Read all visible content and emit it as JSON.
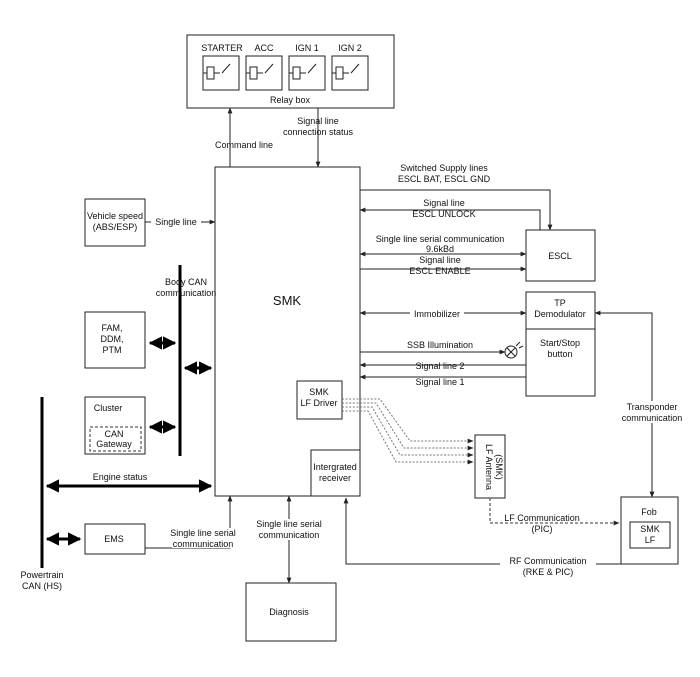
{
  "relay_box": {
    "relays": [
      "STARTER",
      "ACC",
      "IGN 1",
      "IGN 2"
    ],
    "label": "Relay box"
  },
  "top_links": {
    "command_line": "Command line",
    "signal_status_1": "Signal line",
    "signal_status_2": "connection status"
  },
  "smk": {
    "title": "SMK",
    "lf_driver_1": "SMK",
    "lf_driver_2": "LF Driver",
    "receiver_1": "Intergrated",
    "receiver_2": "receiver"
  },
  "vehicle_speed": {
    "line1": "Vehicle speed",
    "line2": "(ABS/ESP)",
    "link": "Single line"
  },
  "body_can": {
    "line1": "Body CAN",
    "line2": "communication"
  },
  "fam": {
    "line1": "FAM,",
    "line2": "DDM,",
    "line3": "PTM"
  },
  "cluster": {
    "title": "Cluster",
    "gw1": "CAN",
    "gw2": "Gateway"
  },
  "engine_status": "Engine status",
  "ems": {
    "label": "EMS",
    "link1": "Single line serial",
    "link2": "communication"
  },
  "powertrain": {
    "line1": "Powertrain",
    "line2": "CAN (HS)"
  },
  "diagnosis": {
    "label": "Diagnosis",
    "link1": "Single line serial",
    "link2": "communication"
  },
  "escl": {
    "label": "ESCL",
    "supply1": "Switched Supply lines",
    "supply2": "ESCL BAT, ESCL GND",
    "unlock1": "Signal line",
    "unlock2": "ESCL UNLOCK",
    "serial1": "Single line serial communication",
    "serial2": "9.6kBd",
    "enable1": "Signal line",
    "enable2": "ESCL ENABLE"
  },
  "tp": {
    "line1": "TP",
    "line2": "Demodulator",
    "immobilizer": "Immobilizer"
  },
  "start_stop": {
    "line1": "Start/Stop",
    "line2": "button",
    "illum": "SSB Illumination",
    "sig2": "Signal line 2",
    "sig1": "Signal line 1"
  },
  "transponder": {
    "line1": "Transponder",
    "line2": "communication"
  },
  "lf_antenna": {
    "line1": "LF Antenna",
    "line2": "(SMK)"
  },
  "fob": {
    "title": "Fob",
    "smk": "SMK",
    "lf": "LF"
  },
  "lf_comm": {
    "line1": "LF Communication",
    "line2": "(PIC)"
  },
  "rf_comm": {
    "line1": "RF Communication",
    "line2": "(RKE & PIC)"
  }
}
